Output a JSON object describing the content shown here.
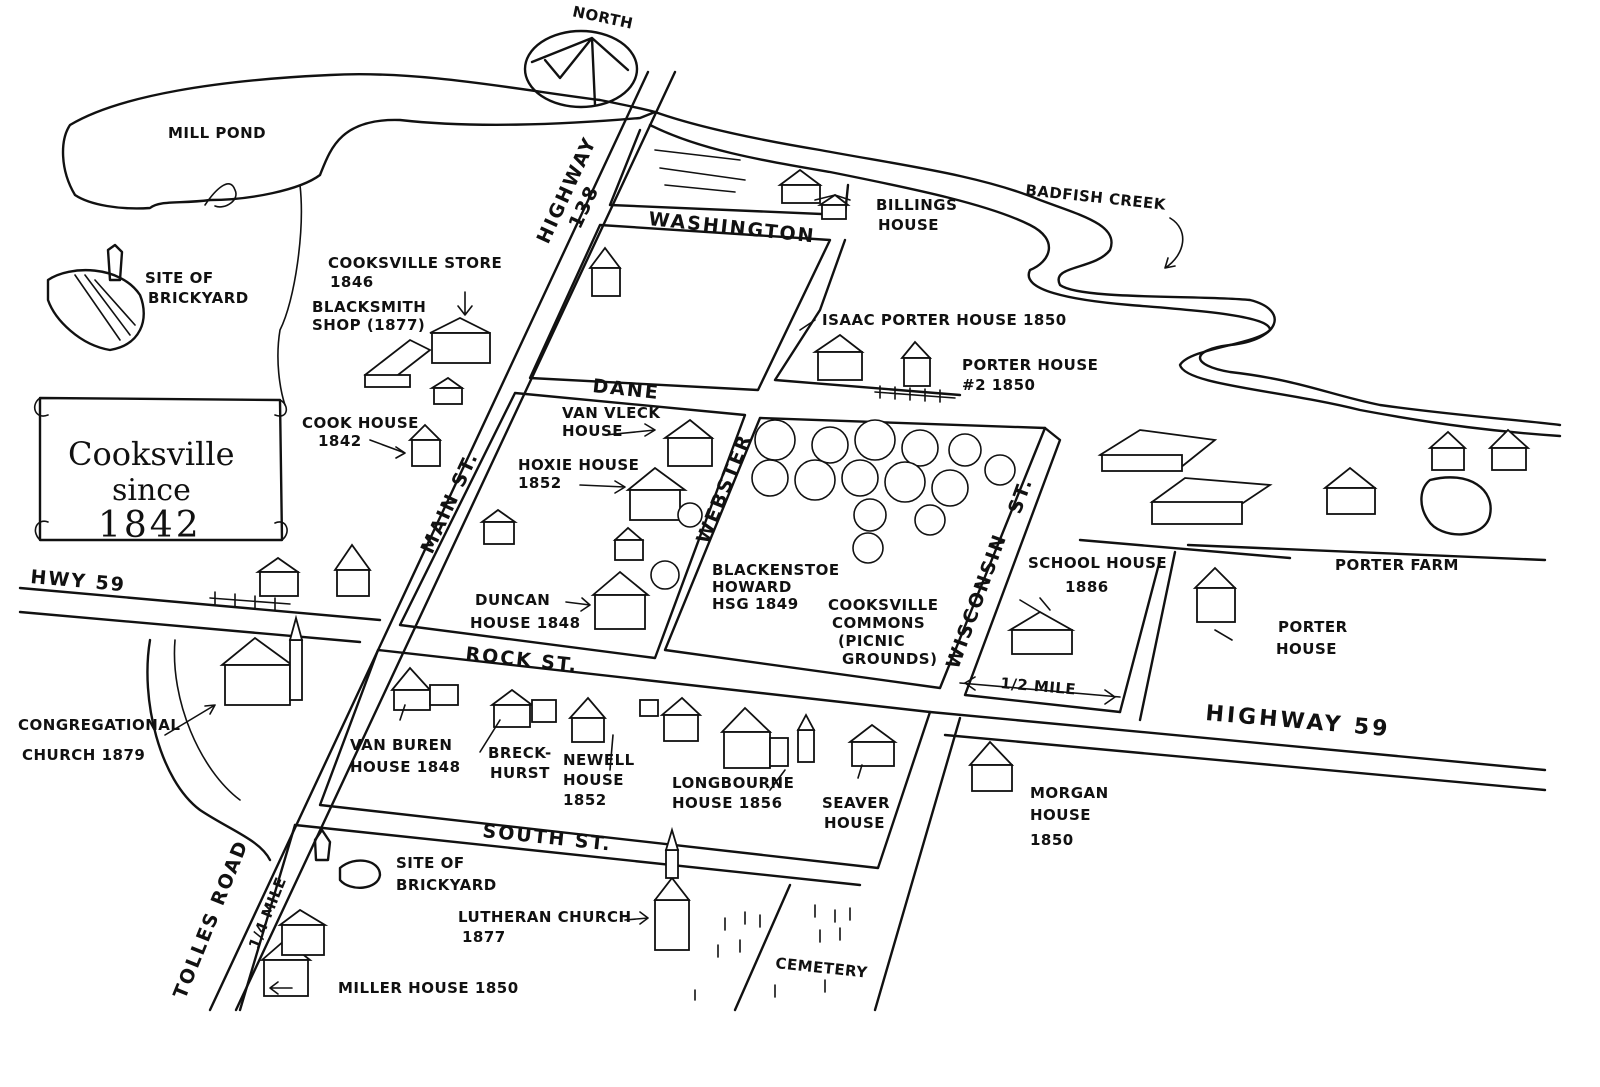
{
  "compass": {
    "label": "NORTH"
  },
  "title": {
    "name": "Cooksville",
    "since": "since",
    "year": "1842"
  },
  "water": {
    "mill_pond": "MILL POND",
    "creek": "BADFISH CREEK"
  },
  "streets": {
    "highway_138_a": "HIGHWAY",
    "highway_138_b": "138",
    "main": "MAIN ST.",
    "washington": "WASHINGTON",
    "dane": "DANE",
    "webster": "WEBSTER",
    "wisconsin": "WISCONSIN",
    "wisconsin_st": "ST.",
    "rock": "ROCK ST.",
    "south": "SOUTH ST.",
    "hwy59_west": "HWY 59",
    "hwy59_east": "HIGHWAY 59",
    "tolles": "TOLLES ROAD",
    "quarter_mile": "1/4 MILE",
    "half_mile": "1/2 MILE"
  },
  "places": {
    "brickyard_north_1": "SITE OF",
    "brickyard_north_2": "BRICKYARD",
    "store_1": "COOKSVILLE STORE",
    "store_2": "1846",
    "blacksmith_1": "BLACKSMITH",
    "blacksmith_2": "SHOP (1877)",
    "cook_1": "COOK HOUSE",
    "cook_2": "1842",
    "billings_1": "BILLINGS",
    "billings_2": "HOUSE",
    "isaac_porter": "ISAAC PORTER HOUSE 1850",
    "porter2_1": "PORTER HOUSE",
    "porter2_2": "#2 1850",
    "vanvleck_1": "VAN VLECK",
    "vanvleck_2": "HOUSE",
    "hoxie_1": "HOXIE HOUSE",
    "hoxie_2": "1852",
    "duncan_1": "DUNCAN",
    "duncan_2": "HOUSE 1848",
    "blackenstoe_1": "BLACKENSTOE",
    "blackenstoe_2": "HOWARD",
    "blackenstoe_3": "HSG 1849",
    "commons_1": "COOKSVILLE",
    "commons_2": "COMMONS",
    "commons_3": "(PICNIC",
    "commons_4": "GROUNDS)",
    "school_1": "SCHOOL HOUSE",
    "school_2": "1886",
    "porter_farm": "PORTER FARM",
    "porter_house_1": "PORTER",
    "porter_house_2": "HOUSE",
    "congregational_1": "CONGREGATIONAL",
    "congregational_2": "CHURCH 1879",
    "vanburen_1": "VAN BUREN",
    "vanburen_2": "HOUSE 1848",
    "breckhurst_1": "BRECK-",
    "breckhurst_2": "HURST",
    "newell_1": "NEWELL",
    "newell_2": "HOUSE",
    "newell_3": "1852",
    "longbourne_1": "LONGBOURNE",
    "longbourne_2": "HOUSE 1856",
    "seaver_1": "SEAVER",
    "seaver_2": "HOUSE",
    "morgan_1": "MORGAN",
    "morgan_2": "HOUSE",
    "morgan_3": "1850",
    "brickyard_south_1": "SITE OF",
    "brickyard_south_2": "BRICKYARD",
    "lutheran_1": "LUTHERAN CHURCH",
    "lutheran_2": "1877",
    "cemetery": "CEMETERY",
    "miller": "MILLER HOUSE 1850"
  }
}
